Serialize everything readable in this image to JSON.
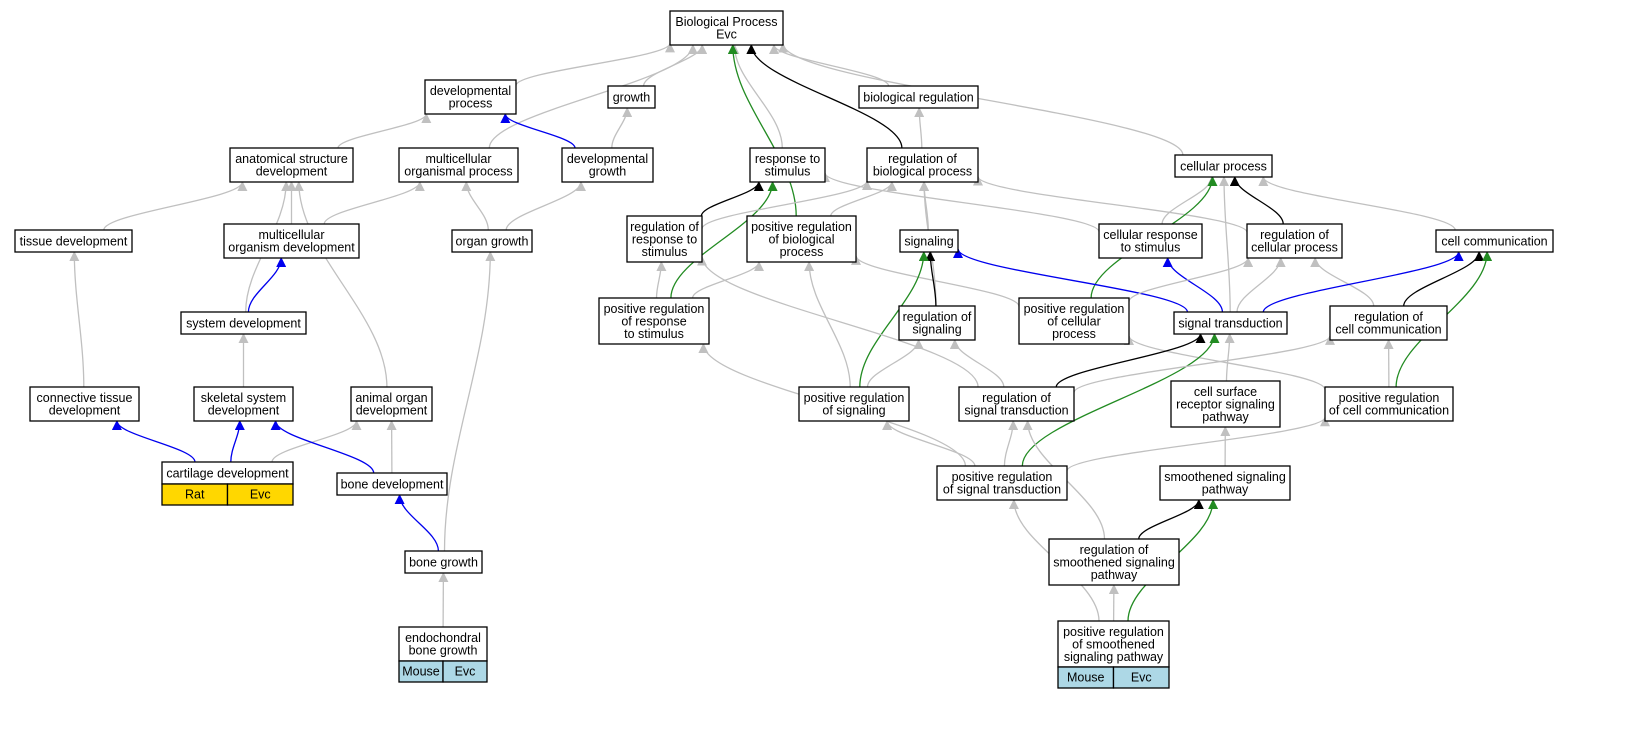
{
  "graph": {
    "colors": {
      "gray": "#c0c0c0",
      "black": "#000000",
      "blue": "#0000ee",
      "green": "#228b22",
      "rat": "#ffd700",
      "mouse": "#add8e6"
    },
    "nodes": [
      {
        "id": "bp",
        "label": [
          "Biological Process",
          "Evc"
        ]
      },
      {
        "id": "dev",
        "label": [
          "developmental",
          "process"
        ]
      },
      {
        "id": "growth",
        "label": [
          "growth"
        ]
      },
      {
        "id": "bioreg",
        "label": [
          "biological regulation"
        ]
      },
      {
        "id": "asd",
        "label": [
          "anatomical structure",
          "development"
        ]
      },
      {
        "id": "mop",
        "label": [
          "multicellular",
          "organismal process"
        ]
      },
      {
        "id": "devgrowth",
        "label": [
          "developmental",
          "growth"
        ]
      },
      {
        "id": "rts",
        "label": [
          "response to",
          "stimulus"
        ]
      },
      {
        "id": "rbp",
        "label": [
          "regulation of",
          "biological process"
        ]
      },
      {
        "id": "cellproc",
        "label": [
          "cellular process"
        ]
      },
      {
        "id": "tissue",
        "label": [
          "tissue development"
        ]
      },
      {
        "id": "mod",
        "label": [
          "multicellular",
          "organism development"
        ]
      },
      {
        "id": "organgrowth",
        "label": [
          "organ growth"
        ]
      },
      {
        "id": "rrts",
        "label": [
          "regulation of",
          "response to",
          "stimulus"
        ]
      },
      {
        "id": "prbp",
        "label": [
          "positive regulation",
          "of biological",
          "process"
        ]
      },
      {
        "id": "signaling",
        "label": [
          "signaling"
        ]
      },
      {
        "id": "crs",
        "label": [
          "cellular response",
          "to stimulus"
        ]
      },
      {
        "id": "rcp",
        "label": [
          "regulation of",
          "cellular process"
        ]
      },
      {
        "id": "cellcomm",
        "label": [
          "cell communication"
        ]
      },
      {
        "id": "sysdev",
        "label": [
          "system development"
        ]
      },
      {
        "id": "prrts",
        "label": [
          "positive regulation",
          "of response",
          "to stimulus"
        ]
      },
      {
        "id": "rsig",
        "label": [
          "regulation of",
          "signaling"
        ]
      },
      {
        "id": "prcp",
        "label": [
          "positive regulation",
          "of cellular",
          "process"
        ]
      },
      {
        "id": "st",
        "label": [
          "signal transduction"
        ]
      },
      {
        "id": "rcc",
        "label": [
          "regulation of",
          "cell communication"
        ]
      },
      {
        "id": "ctd",
        "label": [
          "connective tissue",
          "development"
        ]
      },
      {
        "id": "ssd",
        "label": [
          "skeletal system",
          "development"
        ]
      },
      {
        "id": "aod",
        "label": [
          "animal organ",
          "development"
        ]
      },
      {
        "id": "prsig",
        "label": [
          "positive regulation",
          "of signaling"
        ]
      },
      {
        "id": "rst",
        "label": [
          "regulation of",
          "signal transduction"
        ]
      },
      {
        "id": "csrsp",
        "label": [
          "cell surface",
          "receptor signaling",
          "pathway"
        ]
      },
      {
        "id": "prcc",
        "label": [
          "positive regulation",
          "of cell communication"
        ]
      },
      {
        "id": "cartdev",
        "label": [
          "cartilage development"
        ]
      },
      {
        "id": "bonedev",
        "label": [
          "bone development"
        ]
      },
      {
        "id": "prst",
        "label": [
          "positive regulation",
          "of signal transduction"
        ]
      },
      {
        "id": "ssp",
        "label": [
          "smoothened signaling",
          "pathway"
        ]
      },
      {
        "id": "bonegrowth",
        "label": [
          "bone growth"
        ]
      },
      {
        "id": "rssp",
        "label": [
          "regulation of",
          "smoothened signaling",
          "pathway"
        ]
      },
      {
        "id": "ebg",
        "label": [
          "endochondral",
          "bone growth"
        ]
      },
      {
        "id": "prssp",
        "label": [
          "positive regulation",
          "of smoothened",
          "signaling pathway"
        ]
      }
    ],
    "annotations": [
      {
        "node": "cartdev",
        "species": "Rat",
        "gene": "Evc",
        "color": "rat"
      },
      {
        "node": "ebg",
        "species": "Mouse",
        "gene": "Evc",
        "color": "mouse"
      },
      {
        "node": "prssp",
        "species": "Mouse",
        "gene": "Evc",
        "color": "mouse"
      }
    ],
    "edges": [
      {
        "from": "dev",
        "to": "bp",
        "color": "gray"
      },
      {
        "from": "growth",
        "to": "bp",
        "color": "gray"
      },
      {
        "from": "bioreg",
        "to": "bp",
        "color": "gray"
      },
      {
        "from": "mop",
        "to": "bp",
        "color": "gray"
      },
      {
        "from": "rts",
        "to": "bp",
        "color": "gray"
      },
      {
        "from": "rbp",
        "to": "bp",
        "color": "black"
      },
      {
        "from": "prbp",
        "to": "bp",
        "color": "green"
      },
      {
        "from": "cellproc",
        "to": "bp",
        "color": "gray"
      },
      {
        "from": "asd",
        "to": "dev",
        "color": "gray"
      },
      {
        "from": "devgrowth",
        "to": "dev",
        "color": "blue"
      },
      {
        "from": "devgrowth",
        "to": "growth",
        "color": "gray"
      },
      {
        "from": "rbp",
        "to": "bioreg",
        "color": "gray"
      },
      {
        "from": "tissue",
        "to": "asd",
        "color": "gray"
      },
      {
        "from": "mod",
        "to": "asd",
        "color": "gray"
      },
      {
        "from": "sysdev",
        "to": "asd",
        "color": "gray"
      },
      {
        "from": "aod",
        "to": "asd",
        "color": "gray"
      },
      {
        "from": "mod",
        "to": "mop",
        "color": "gray"
      },
      {
        "from": "organgrowth",
        "to": "mop",
        "color": "gray"
      },
      {
        "from": "organgrowth",
        "to": "devgrowth",
        "color": "gray"
      },
      {
        "from": "rrts",
        "to": "rts",
        "color": "black"
      },
      {
        "from": "prrts",
        "to": "rts",
        "color": "green"
      },
      {
        "from": "crs",
        "to": "rts",
        "color": "gray"
      },
      {
        "from": "rrts",
        "to": "rbp",
        "color": "gray"
      },
      {
        "from": "prbp",
        "to": "rbp",
        "color": "gray"
      },
      {
        "from": "signaling",
        "to": "rbp",
        "color": "gray"
      },
      {
        "from": "rsig",
        "to": "rbp",
        "color": "gray"
      },
      {
        "from": "rcp",
        "to": "rbp",
        "color": "gray"
      },
      {
        "from": "crs",
        "to": "cellproc",
        "color": "gray"
      },
      {
        "from": "rcp",
        "to": "cellproc",
        "color": "black"
      },
      {
        "from": "cellcomm",
        "to": "cellproc",
        "color": "gray"
      },
      {
        "from": "st",
        "to": "cellproc",
        "color": "gray"
      },
      {
        "from": "prcp",
        "to": "cellproc",
        "color": "green"
      },
      {
        "from": "ctd",
        "to": "tissue",
        "color": "gray"
      },
      {
        "from": "sysdev",
        "to": "mod",
        "color": "blue"
      },
      {
        "from": "bonegrowth",
        "to": "organgrowth",
        "color": "gray"
      },
      {
        "from": "prrts",
        "to": "rrts",
        "color": "gray"
      },
      {
        "from": "prrts",
        "to": "prbp",
        "color": "gray"
      },
      {
        "from": "prcp",
        "to": "prbp",
        "color": "gray"
      },
      {
        "from": "prsig",
        "to": "prbp",
        "color": "gray"
      },
      {
        "from": "rsig",
        "to": "signaling",
        "color": "black"
      },
      {
        "from": "st",
        "to": "signaling",
        "color": "blue"
      },
      {
        "from": "prsig",
        "to": "signaling",
        "color": "green"
      },
      {
        "from": "st",
        "to": "crs",
        "color": "blue"
      },
      {
        "from": "prcp",
        "to": "rcp",
        "color": "gray"
      },
      {
        "from": "st",
        "to": "rcp",
        "color": "gray"
      },
      {
        "from": "rcc",
        "to": "rcp",
        "color": "gray"
      },
      {
        "from": "st",
        "to": "cellcomm",
        "color": "blue"
      },
      {
        "from": "rcc",
        "to": "cellcomm",
        "color": "black"
      },
      {
        "from": "prcc",
        "to": "cellcomm",
        "color": "green"
      },
      {
        "from": "ssd",
        "to": "sysdev",
        "color": "gray"
      },
      {
        "from": "prst",
        "to": "prrts",
        "color": "gray"
      },
      {
        "from": "prsig",
        "to": "rsig",
        "color": "gray"
      },
      {
        "from": "rst",
        "to": "rsig",
        "color": "gray"
      },
      {
        "from": "rst",
        "to": "rrts",
        "color": "gray"
      },
      {
        "from": "prcc",
        "to": "prcp",
        "color": "gray"
      },
      {
        "from": "rst",
        "to": "st",
        "color": "black"
      },
      {
        "from": "prst",
        "to": "st",
        "color": "green"
      },
      {
        "from": "csrsp",
        "to": "st",
        "color": "gray"
      },
      {
        "from": "prcc",
        "to": "rcc",
        "color": "gray"
      },
      {
        "from": "rst",
        "to": "rcc",
        "color": "gray"
      },
      {
        "from": "cartdev",
        "to": "ctd",
        "color": "blue"
      },
      {
        "from": "cartdev",
        "to": "ssd",
        "color": "blue"
      },
      {
        "from": "cartdev",
        "to": "aod",
        "color": "gray"
      },
      {
        "from": "bonedev",
        "to": "ssd",
        "color": "blue"
      },
      {
        "from": "bonedev",
        "to": "aod",
        "color": "gray"
      },
      {
        "from": "prst",
        "to": "prsig",
        "color": "gray"
      },
      {
        "from": "prst",
        "to": "rst",
        "color": "gray"
      },
      {
        "from": "prst",
        "to": "prcc",
        "color": "gray"
      },
      {
        "from": "rssp",
        "to": "rst",
        "color": "gray"
      },
      {
        "from": "ssp",
        "to": "csrsp",
        "color": "gray"
      },
      {
        "from": "bonegrowth",
        "to": "bonedev",
        "color": "blue"
      },
      {
        "from": "rssp",
        "to": "ssp",
        "color": "black"
      },
      {
        "from": "ebg",
        "to": "bonegrowth",
        "color": "gray"
      },
      {
        "from": "prssp",
        "to": "rssp",
        "color": "gray"
      },
      {
        "from": "prssp",
        "to": "prst",
        "color": "gray"
      },
      {
        "from": "prssp",
        "to": "ssp",
        "color": "green"
      }
    ]
  }
}
